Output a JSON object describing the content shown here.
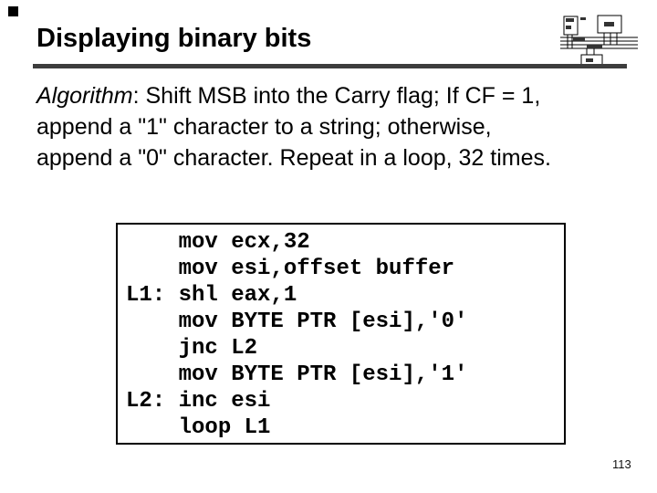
{
  "slide": {
    "title": "Displaying binary bits",
    "page_number": "113"
  },
  "algorithm": {
    "label": "Algorithm",
    "line1_rest": ": Shift MSB into the Carry flag; If CF = 1,",
    "line2": "append a \"1\" character to a string; otherwise,",
    "line3": "append a \"0\" character. Repeat in a loop, 32 times."
  },
  "code": {
    "lines": [
      "    mov ecx,32",
      "    mov esi,offset buffer",
      "L1: shl eax,1",
      "    mov BYTE PTR [esi],'0'",
      "    jnc L2",
      "    mov BYTE PTR [esi],'1'",
      "L2: inc esi",
      "    loop L1"
    ]
  },
  "icons": {
    "corner_logo": "cpu-memory-bus-diagram-icon"
  },
  "colors": {
    "background": "#ffffff",
    "text": "#000000",
    "rule": "#3d3d3d"
  }
}
